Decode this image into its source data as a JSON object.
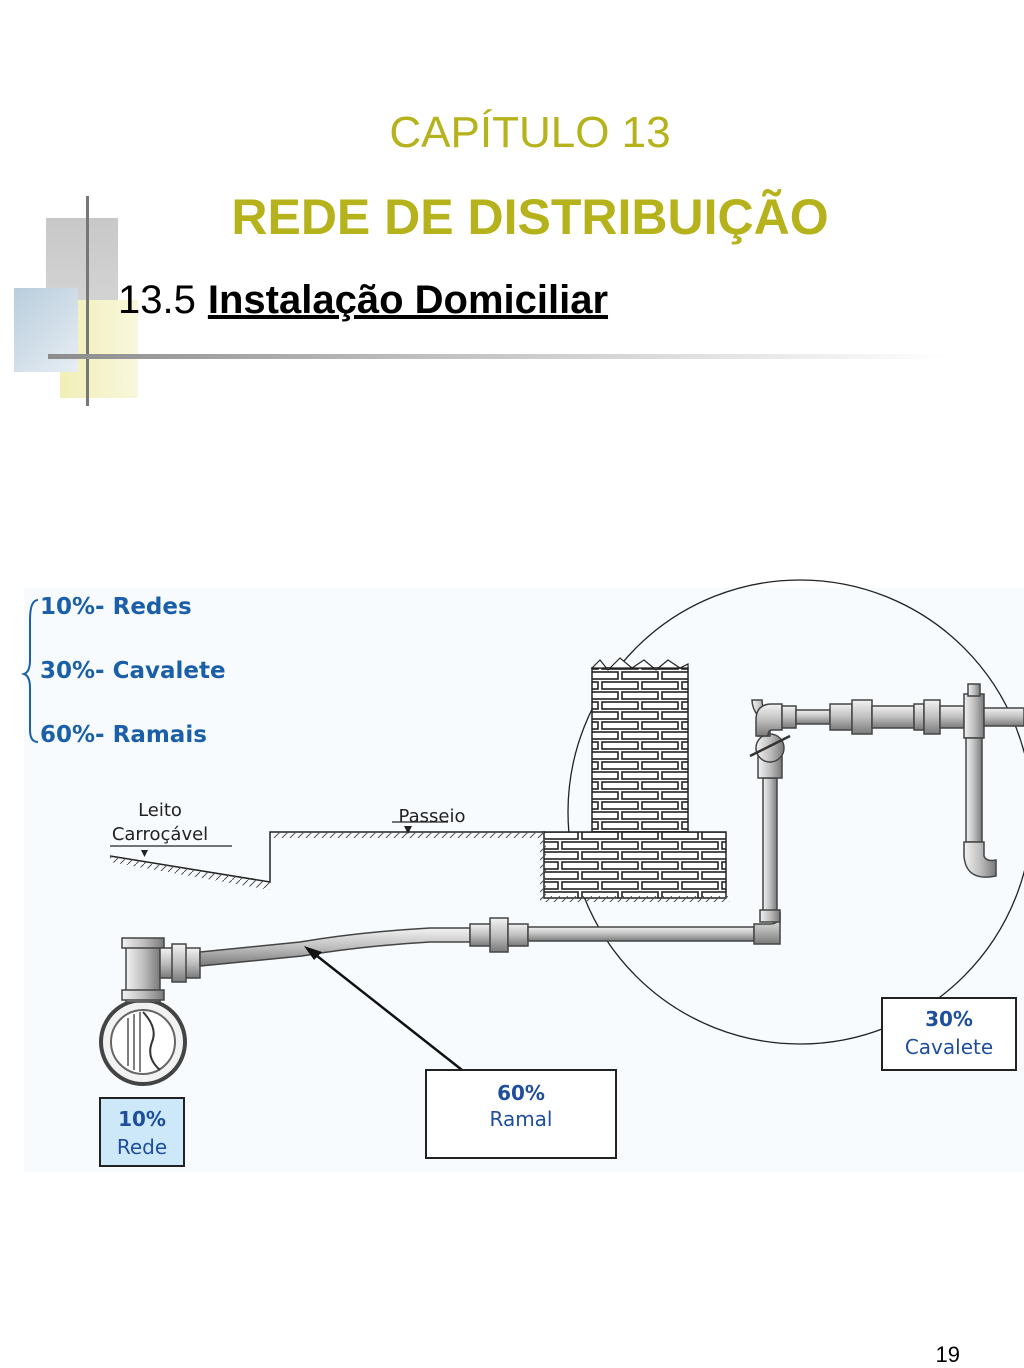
{
  "header": {
    "chapter": "CAPÍTULO 13",
    "title": "REDE DE DISTRIBUIÇÃO",
    "section_number": "13.5",
    "section_title": "Instalação Domiciliar"
  },
  "diagram": {
    "legend": [
      "10%- Redes",
      "30%- Cavalete",
      "60%- Ramais"
    ],
    "labels": {
      "leito_line1": "Leito",
      "leito_line2": "Carroçável",
      "passeio": "Passeio"
    },
    "boxes": {
      "rede_pct": "10%",
      "rede_label": "Rede",
      "ramal_pct": "60%",
      "ramal_label": "Ramal",
      "cavalete_pct": "30%",
      "cavalete_label": "Cavalete"
    },
    "colors": {
      "legend_text": "#1a5fa8",
      "box_text": "#1f4e9c",
      "rede_box_fill": "#cde8f8",
      "title_olive": "#b5b21b"
    }
  },
  "footer": {
    "page_number": "19"
  }
}
